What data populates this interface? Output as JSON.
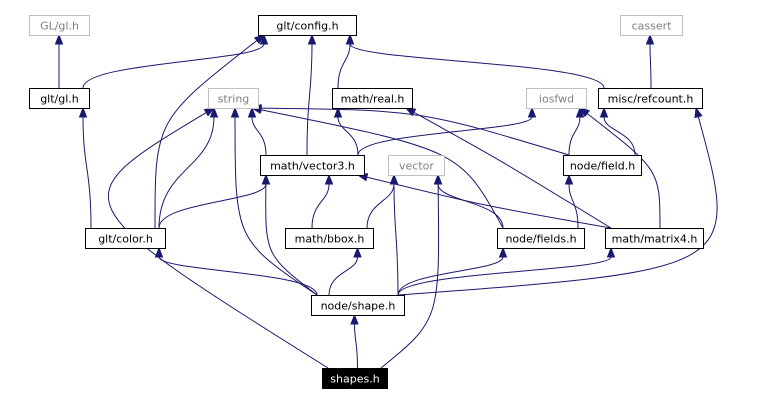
{
  "colors": {
    "edge": "#191970",
    "included_border": "#000000",
    "external_border": "#bfbfbf",
    "external_text": "#808080",
    "focus_fill": "#000000",
    "focus_text": "#ffffff"
  },
  "nodes": [
    {
      "id": "glt_config_h",
      "label": "glt/config.h",
      "kind": "included"
    },
    {
      "id": "gl_gl_h",
      "label": "GL/gl.h",
      "kind": "external"
    },
    {
      "id": "cassert",
      "label": "cassert",
      "kind": "external"
    },
    {
      "id": "glt_gl_h",
      "label": "glt/gl.h",
      "kind": "included"
    },
    {
      "id": "string",
      "label": "string",
      "kind": "external"
    },
    {
      "id": "math_real_h",
      "label": "math/real.h",
      "kind": "included"
    },
    {
      "id": "iosfwd",
      "label": "iosfwd",
      "kind": "external"
    },
    {
      "id": "misc_refcount_h",
      "label": "misc/refcount.h",
      "kind": "included"
    },
    {
      "id": "math_vector3_h",
      "label": "math/vector3.h",
      "kind": "included"
    },
    {
      "id": "vector",
      "label": "vector",
      "kind": "external"
    },
    {
      "id": "node_field_h",
      "label": "node/field.h",
      "kind": "included"
    },
    {
      "id": "glt_color_h",
      "label": "glt/color.h",
      "kind": "included"
    },
    {
      "id": "math_bbox_h",
      "label": "math/bbox.h",
      "kind": "included"
    },
    {
      "id": "node_fields_h",
      "label": "node/fields.h",
      "kind": "included"
    },
    {
      "id": "math_matrix4_h",
      "label": "math/matrix4.h",
      "kind": "included"
    },
    {
      "id": "node_shape_h",
      "label": "node/shape.h",
      "kind": "included"
    },
    {
      "id": "shapes_h",
      "label": "shapes.h",
      "kind": "focus"
    }
  ],
  "edges": [
    {
      "from": "gl_gl_h",
      "to": "glt_gl_h"
    },
    {
      "from": "glt_config_h",
      "to": "glt_gl_h"
    },
    {
      "from": "glt_config_h",
      "to": "glt_color_h"
    },
    {
      "from": "glt_config_h",
      "to": "math_real_h"
    },
    {
      "from": "glt_config_h",
      "to": "math_vector3_h"
    },
    {
      "from": "glt_config_h",
      "to": "misc_refcount_h"
    },
    {
      "from": "cassert",
      "to": "misc_refcount_h"
    },
    {
      "from": "glt_gl_h",
      "to": "glt_color_h"
    },
    {
      "from": "string",
      "to": "math_vector3_h"
    },
    {
      "from": "string",
      "to": "glt_color_h"
    },
    {
      "from": "string",
      "to": "node_field_h"
    },
    {
      "from": "string",
      "to": "node_fields_h"
    },
    {
      "from": "string",
      "to": "node_shape_h"
    },
    {
      "from": "string",
      "to": "shapes_h"
    },
    {
      "from": "math_real_h",
      "to": "math_vector3_h"
    },
    {
      "from": "math_real_h",
      "to": "math_matrix4_h"
    },
    {
      "from": "iosfwd",
      "to": "math_vector3_h"
    },
    {
      "from": "iosfwd",
      "to": "node_field_h"
    },
    {
      "from": "iosfwd",
      "to": "math_matrix4_h"
    },
    {
      "from": "misc_refcount_h",
      "to": "node_field_h"
    },
    {
      "from": "misc_refcount_h",
      "to": "node_shape_h"
    },
    {
      "from": "math_vector3_h",
      "to": "glt_color_h"
    },
    {
      "from": "math_vector3_h",
      "to": "math_bbox_h"
    },
    {
      "from": "math_vector3_h",
      "to": "math_matrix4_h"
    },
    {
      "from": "math_vector3_h",
      "to": "node_shape_h"
    },
    {
      "from": "vector",
      "to": "math_bbox_h"
    },
    {
      "from": "vector",
      "to": "node_fields_h"
    },
    {
      "from": "vector",
      "to": "node_shape_h"
    },
    {
      "from": "vector",
      "to": "shapes_h"
    },
    {
      "from": "node_field_h",
      "to": "node_fields_h"
    },
    {
      "from": "glt_color_h",
      "to": "node_shape_h"
    },
    {
      "from": "math_bbox_h",
      "to": "node_shape_h"
    },
    {
      "from": "node_fields_h",
      "to": "node_shape_h"
    },
    {
      "from": "math_matrix4_h",
      "to": "node_shape_h"
    },
    {
      "from": "node_shape_h",
      "to": "shapes_h"
    }
  ]
}
